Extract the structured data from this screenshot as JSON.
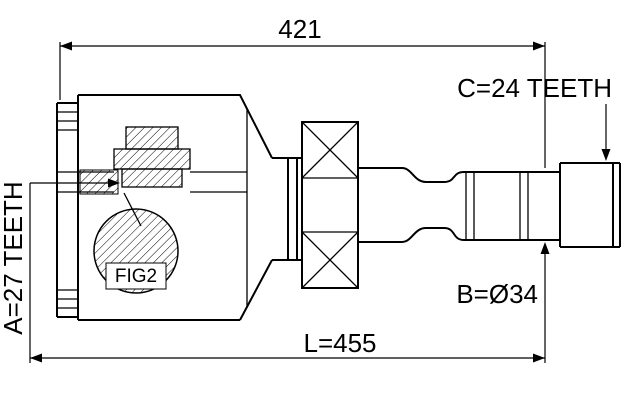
{
  "labels": {
    "dim_width": "421",
    "spline_c": "C=24 TEETH",
    "spline_a": "A=27 TEETH",
    "diameter_b": "B=Ø34",
    "dim_length": "L=455",
    "figure_ref": "FIG2"
  },
  "colors": {
    "line": "#000000",
    "background": "#ffffff"
  }
}
